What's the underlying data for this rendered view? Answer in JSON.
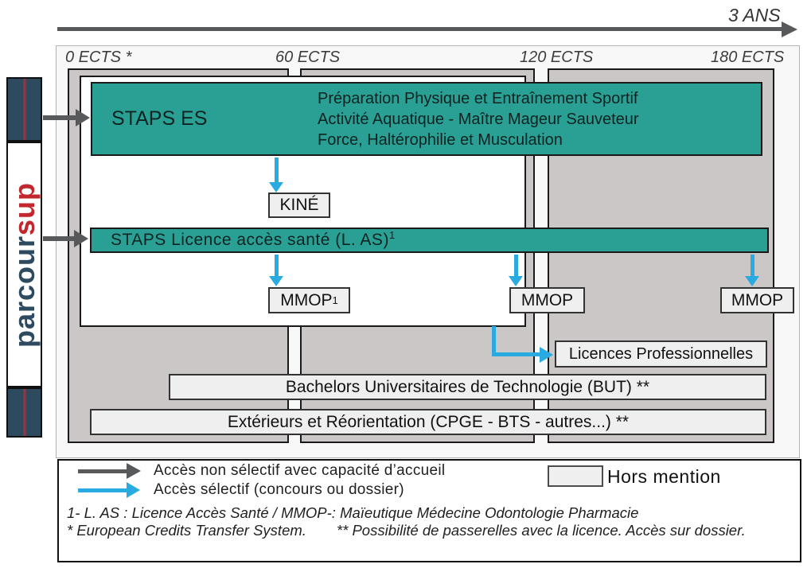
{
  "timeline": {
    "duration_label": "3 ANS",
    "ticks": [
      "0 ECTS *",
      "60 ECTS",
      "120 ECTS",
      "180 ECTS"
    ]
  },
  "brand": {
    "text_primary": "parcour",
    "text_accent": "sup"
  },
  "diagram": {
    "staps_es": {
      "title": "STAPS ES",
      "lines": [
        "Préparation Physique et Entraînement Sportif",
        "Activité Aquatique - Maître Mageur Sauveteur",
        "Force, Haltérophilie et Musculation"
      ]
    },
    "kine_label": "KINÉ",
    "staps_las": {
      "title": "STAPS Licence accès santé (L. AS)",
      "sup": "1"
    },
    "mmop_60": {
      "label": "MMOP",
      "sup": "1"
    },
    "mmop_120": {
      "label": "MMOP"
    },
    "mmop_180": {
      "label": "MMOP"
    },
    "licences_pro_label": "Licences Professionnelles",
    "but_label": "Bachelors Universitaires de Technologie (BUT) **",
    "exterieurs_label": "Extérieurs et Réorientation (CPGE - BTS - autres...) **"
  },
  "legend": {
    "non_selective_label": "Accès non sélectif avec capacité d’accueil",
    "selective_label": "Accès sélectif (concours ou dossier)",
    "hors_mention_label": "Hors mention",
    "footnote1": "1- L. AS : Licence Accès Santé / MMOP-: Maïeutique Médecine Odontologie Pharmacie",
    "footnote2_left": "* European Credits Transfer System.",
    "footnote2_right": "** Possibilité de passerelles avec la licence. Accès sur dossier."
  },
  "colors": {
    "teal": "#2AA095",
    "blue": "#29ABE2",
    "dark_arrow": "#58595B",
    "column_gray": "#CBC7C6",
    "box_gray": "#EFEFEF",
    "brand_navy": "#2E4A5F",
    "brand_red": "#C1272D",
    "line_red": "#993540"
  }
}
